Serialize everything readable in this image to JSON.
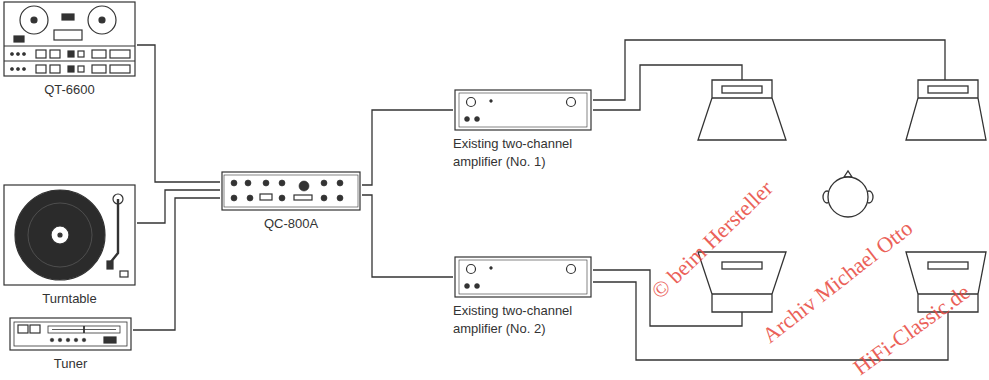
{
  "diagram": {
    "nodes": [
      {
        "text": [
          "QT-6600"
        ]
      },
      {
        "text": [
          "Turntable"
        ]
      },
      {
        "text": [
          "Tuner"
        ]
      },
      {
        "text": [
          "QC-800A"
        ]
      },
      {
        "text": [
          "Existing two-channel amplifier (No. 1)"
        ]
      },
      {
        "text": [
          "Existing two-channel amplifier (No. 2)"
        ]
      }
    ],
    "edges": [
      {
        "from": 0,
        "to": 3,
        "arrow": "none"
      },
      {
        "from": 1,
        "to": 3,
        "arrow": "none"
      },
      {
        "from": 2,
        "to": 3,
        "arrow": "none"
      },
      {
        "from": 3,
        "to": 4,
        "arrow": "none"
      },
      {
        "from": 3,
        "to": 5,
        "arrow": "none"
      }
    ],
    "labels": [
      "© beim Hersteller",
      "Archiv Michael Otto",
      "HiFi-Classic.de"
    ]
  }
}
